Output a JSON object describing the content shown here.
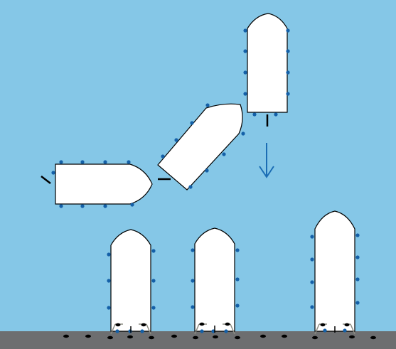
{
  "diagram": {
    "kind": "vessel-mooring-sequence",
    "colors": {
      "water": "#85C7E7",
      "seabed": "#6D6E70",
      "hull_fill": "#FFFFFF",
      "hull_stroke": "#000000",
      "fender": "#1460A8",
      "arrow": "#1B6DB4",
      "rope": "#8C8C82",
      "bollard": "#000000"
    },
    "vessels": [
      {
        "id": "maneuvering-left",
        "state": "approaching",
        "orientation": "bow-right"
      },
      {
        "id": "maneuvering-diagonal",
        "state": "turning",
        "orientation": "bow-up-right"
      },
      {
        "id": "maneuvering-top",
        "state": "descending",
        "orientation": "bow-up"
      },
      {
        "id": "berthed-1",
        "state": "moored",
        "orientation": "bow-up"
      },
      {
        "id": "berthed-2",
        "state": "moored",
        "orientation": "bow-up"
      },
      {
        "id": "berthed-3",
        "state": "moored",
        "orientation": "bow-up"
      }
    ],
    "arrow": {
      "direction": "down",
      "icon": "arrow-down-icon"
    }
  }
}
